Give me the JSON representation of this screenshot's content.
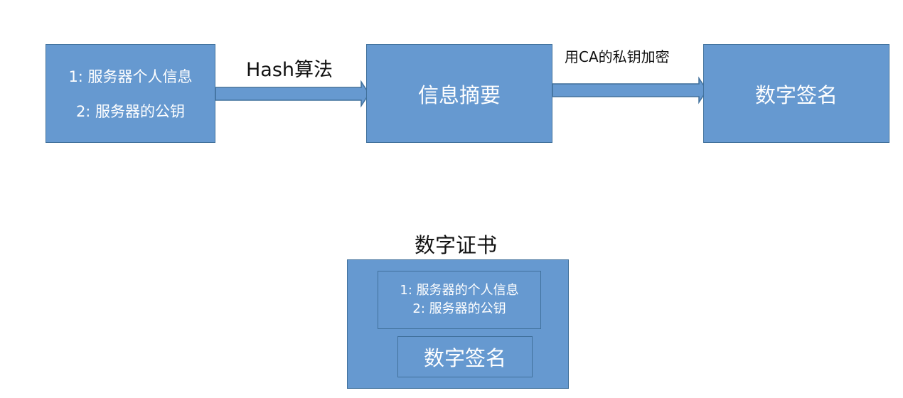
{
  "diagram": {
    "source_box": {
      "line1": "1:  服务器个人信息",
      "line2": "2:  服务器的公钥"
    },
    "hash_label": "Hash算法",
    "digest_box": "信息摘要",
    "encrypt_label": "用CA的私钥加密",
    "signature_box": "数字签名",
    "certificate": {
      "title": "数字证书",
      "info_line1": "1:  服务器的个人信息",
      "info_line2": "2:  服务器的公钥",
      "signature": "数字签名"
    }
  },
  "colors": {
    "box_fill": "#6699d0",
    "box_border": "#41719c",
    "text_on_box": "#ffffff",
    "label_text": "#111111"
  }
}
